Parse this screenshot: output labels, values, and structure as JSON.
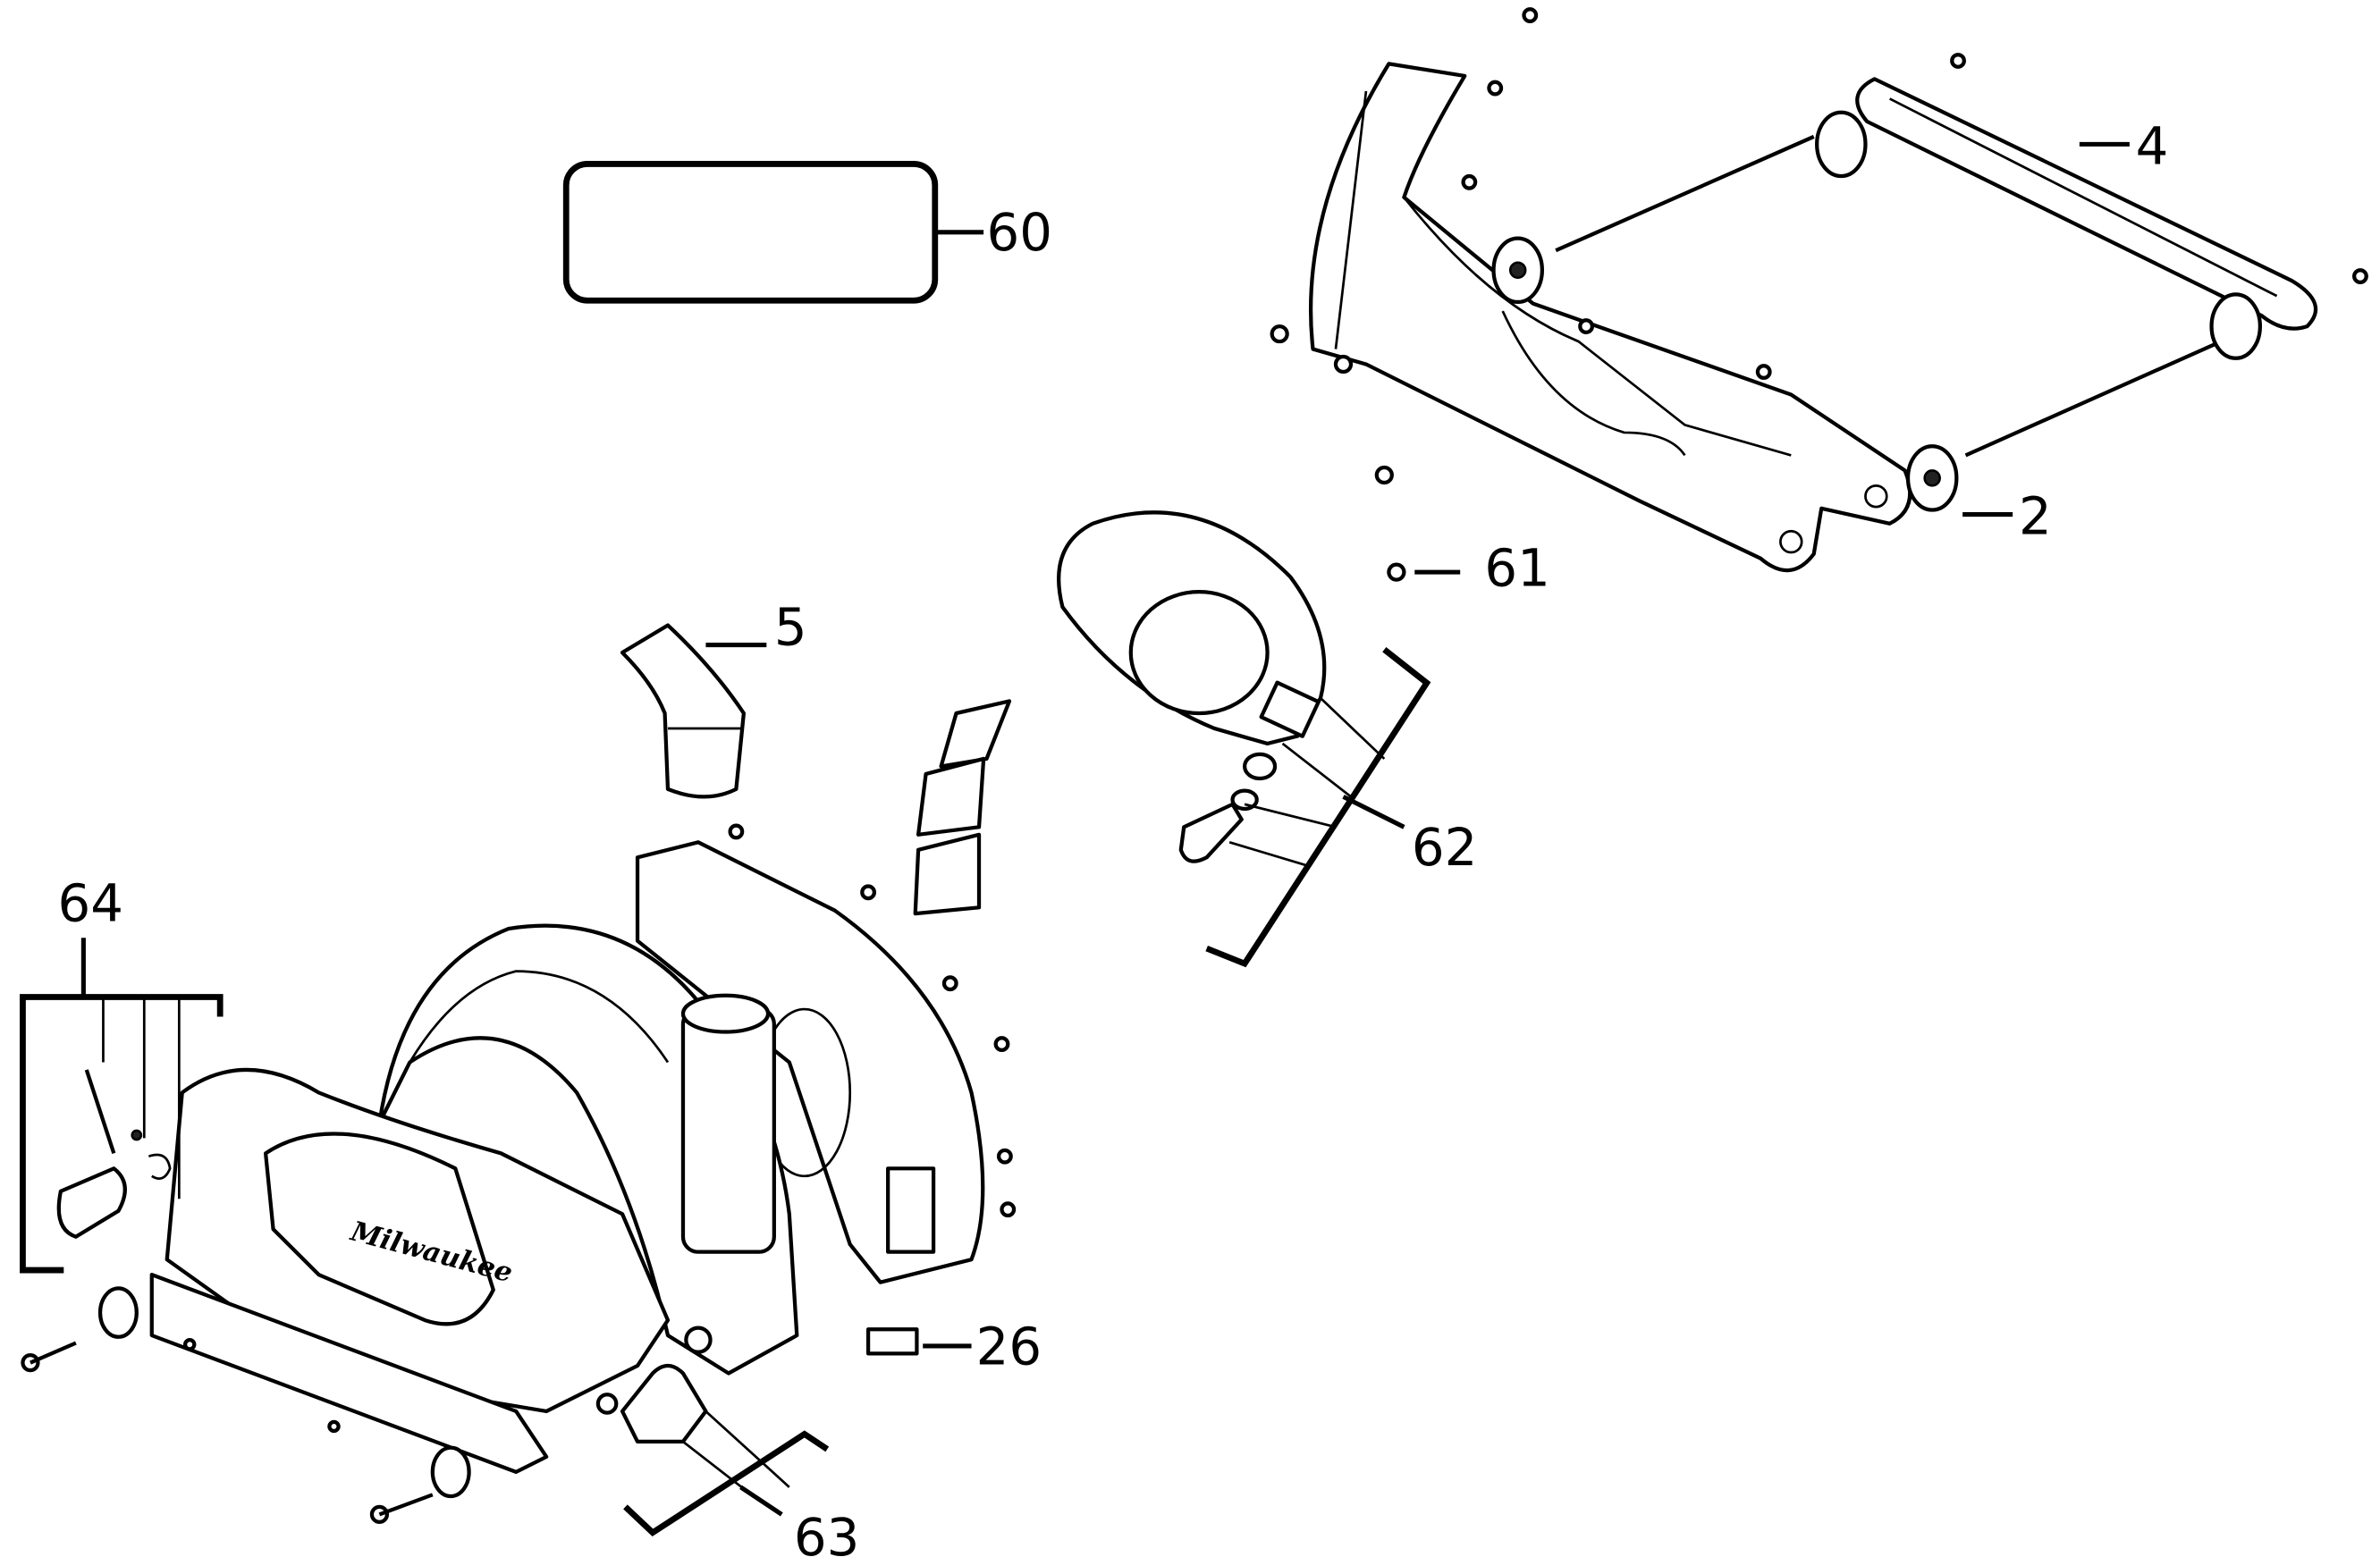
{
  "diagram": {
    "title": "Exploded parts diagram - saw guard and arm assembly",
    "callouts": [
      {
        "id": "c60",
        "label": "60",
        "part": "label-plate"
      },
      {
        "id": "c4",
        "label": "4",
        "part": "arm-link"
      },
      {
        "id": "c2",
        "label": "2",
        "part": "bearing-wheel"
      },
      {
        "id": "c61",
        "label": "61",
        "part": "screw"
      },
      {
        "id": "c5",
        "label": "5",
        "part": "dust-port-elbow"
      },
      {
        "id": "c62",
        "label": "62",
        "part": "clamp-kit"
      },
      {
        "id": "c64",
        "label": "64",
        "part": "lever-kit"
      },
      {
        "id": "c26",
        "label": "26",
        "part": "pad"
      },
      {
        "id": "c63",
        "label": "63",
        "part": "shoe-kit"
      }
    ],
    "logo_text": "Milwaukee"
  }
}
